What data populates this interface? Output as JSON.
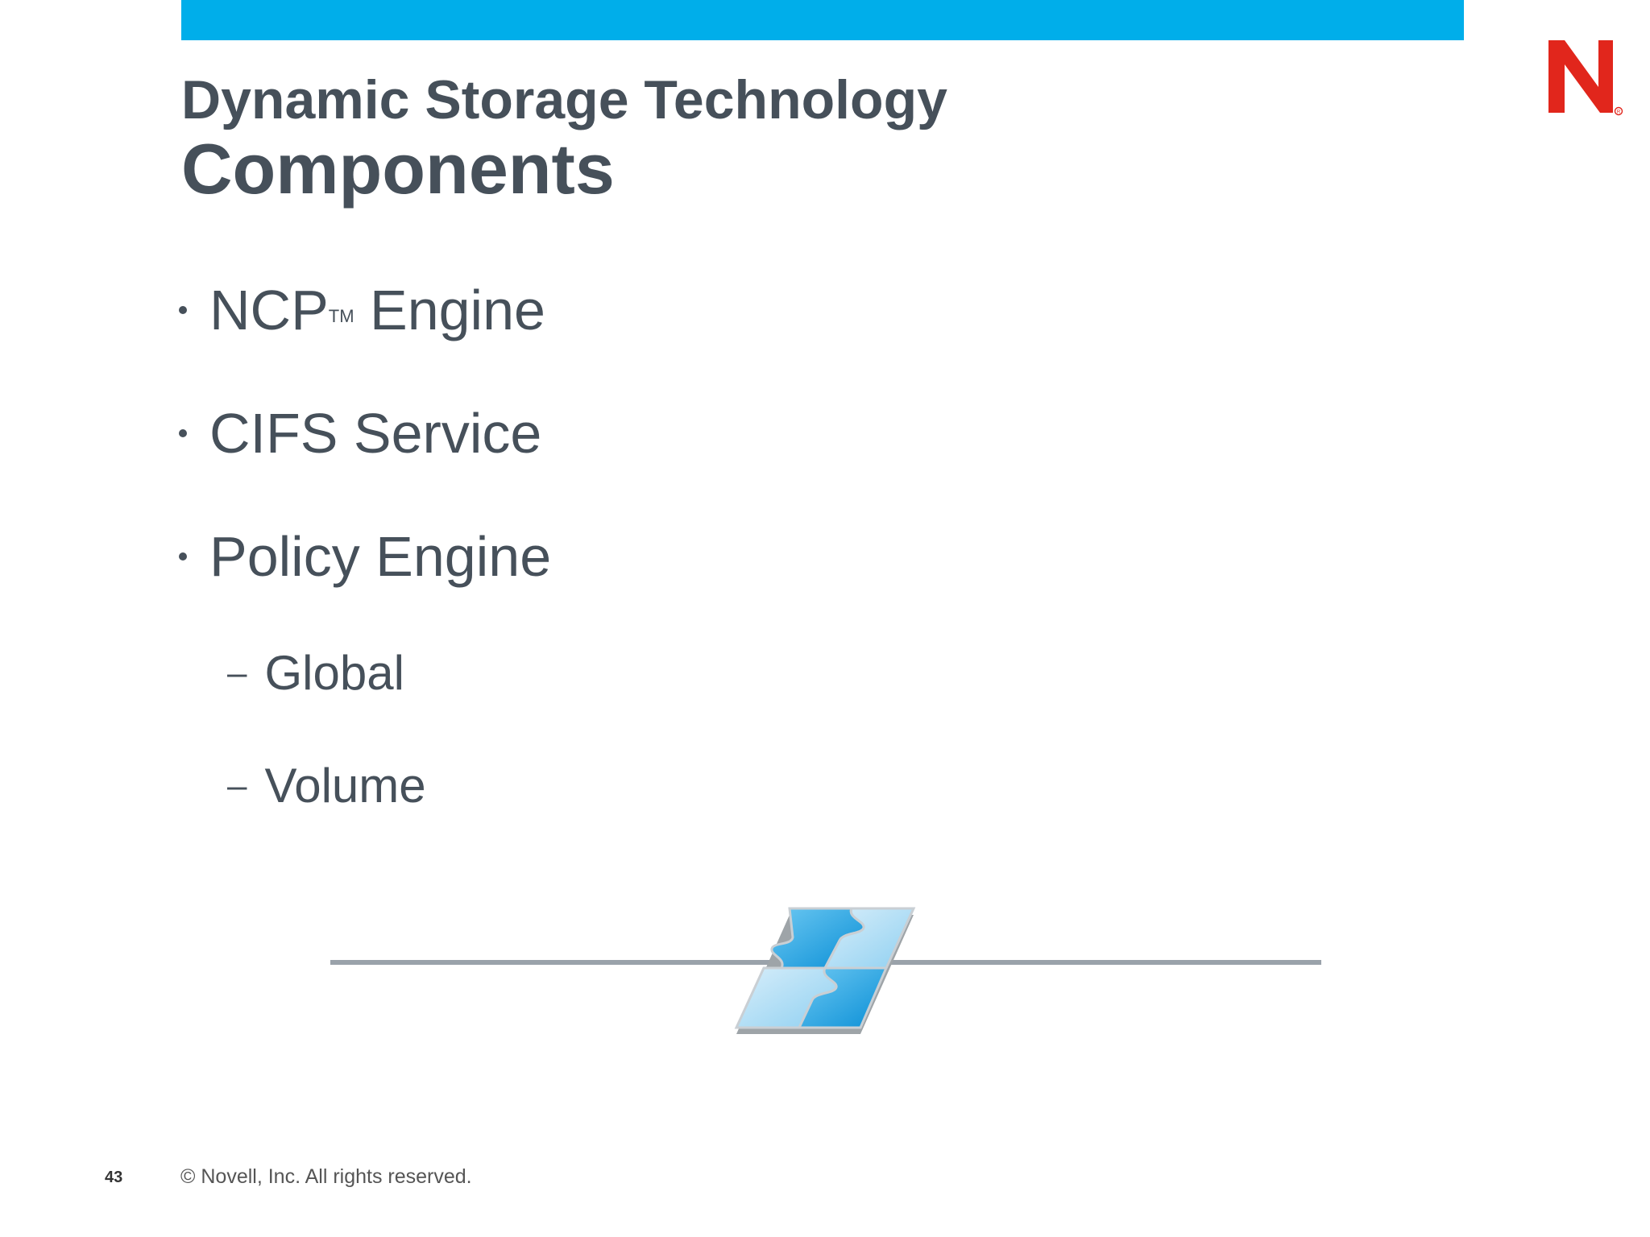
{
  "header": {
    "accent_color": "#00aeea",
    "logo_letter": "N",
    "logo_color": "#e1261c"
  },
  "title": {
    "line1": "Dynamic Storage Technology",
    "line2": "Components"
  },
  "bullets": [
    {
      "text": "NCP",
      "superscript": "TM",
      "text_after": " Engine"
    },
    {
      "text": "CIFS Service"
    },
    {
      "text": "Policy Engine"
    }
  ],
  "sub_bullets": [
    {
      "marker": "–",
      "text": "Global"
    },
    {
      "marker": "–",
      "text": "Volume"
    }
  ],
  "graphic": {
    "icon": "puzzle-pieces-icon"
  },
  "footer": {
    "page_number": "43",
    "copyright": "©  Novell, Inc.  All rights reserved."
  }
}
